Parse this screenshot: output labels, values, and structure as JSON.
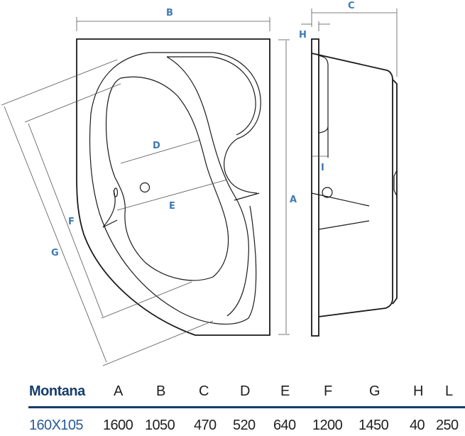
{
  "diagram": {
    "type": "technical-drawing",
    "subject": "Corner bathtub, top view and side view",
    "dimension_labels": [
      "A",
      "B",
      "C",
      "D",
      "E",
      "F",
      "G",
      "H",
      "I"
    ],
    "colors": {
      "label": "#3d7ab4",
      "outline": "#1a1a1a",
      "table_header": "#163e6c",
      "table_model_value": "#2a5a95"
    }
  },
  "labels": {
    "A": "A",
    "B": "B",
    "C": "C",
    "D": "D",
    "E": "E",
    "F": "F",
    "G": "G",
    "H": "H",
    "I": "I"
  },
  "table": {
    "model_name": "Montana",
    "columns": [
      "A",
      "B",
      "C",
      "D",
      "E",
      "F",
      "G",
      "H",
      "L"
    ],
    "row": {
      "model_size": "160X105",
      "values": [
        "1600",
        "1050",
        "470",
        "520",
        "640",
        "1200",
        "1450",
        "40",
        "250"
      ]
    }
  }
}
